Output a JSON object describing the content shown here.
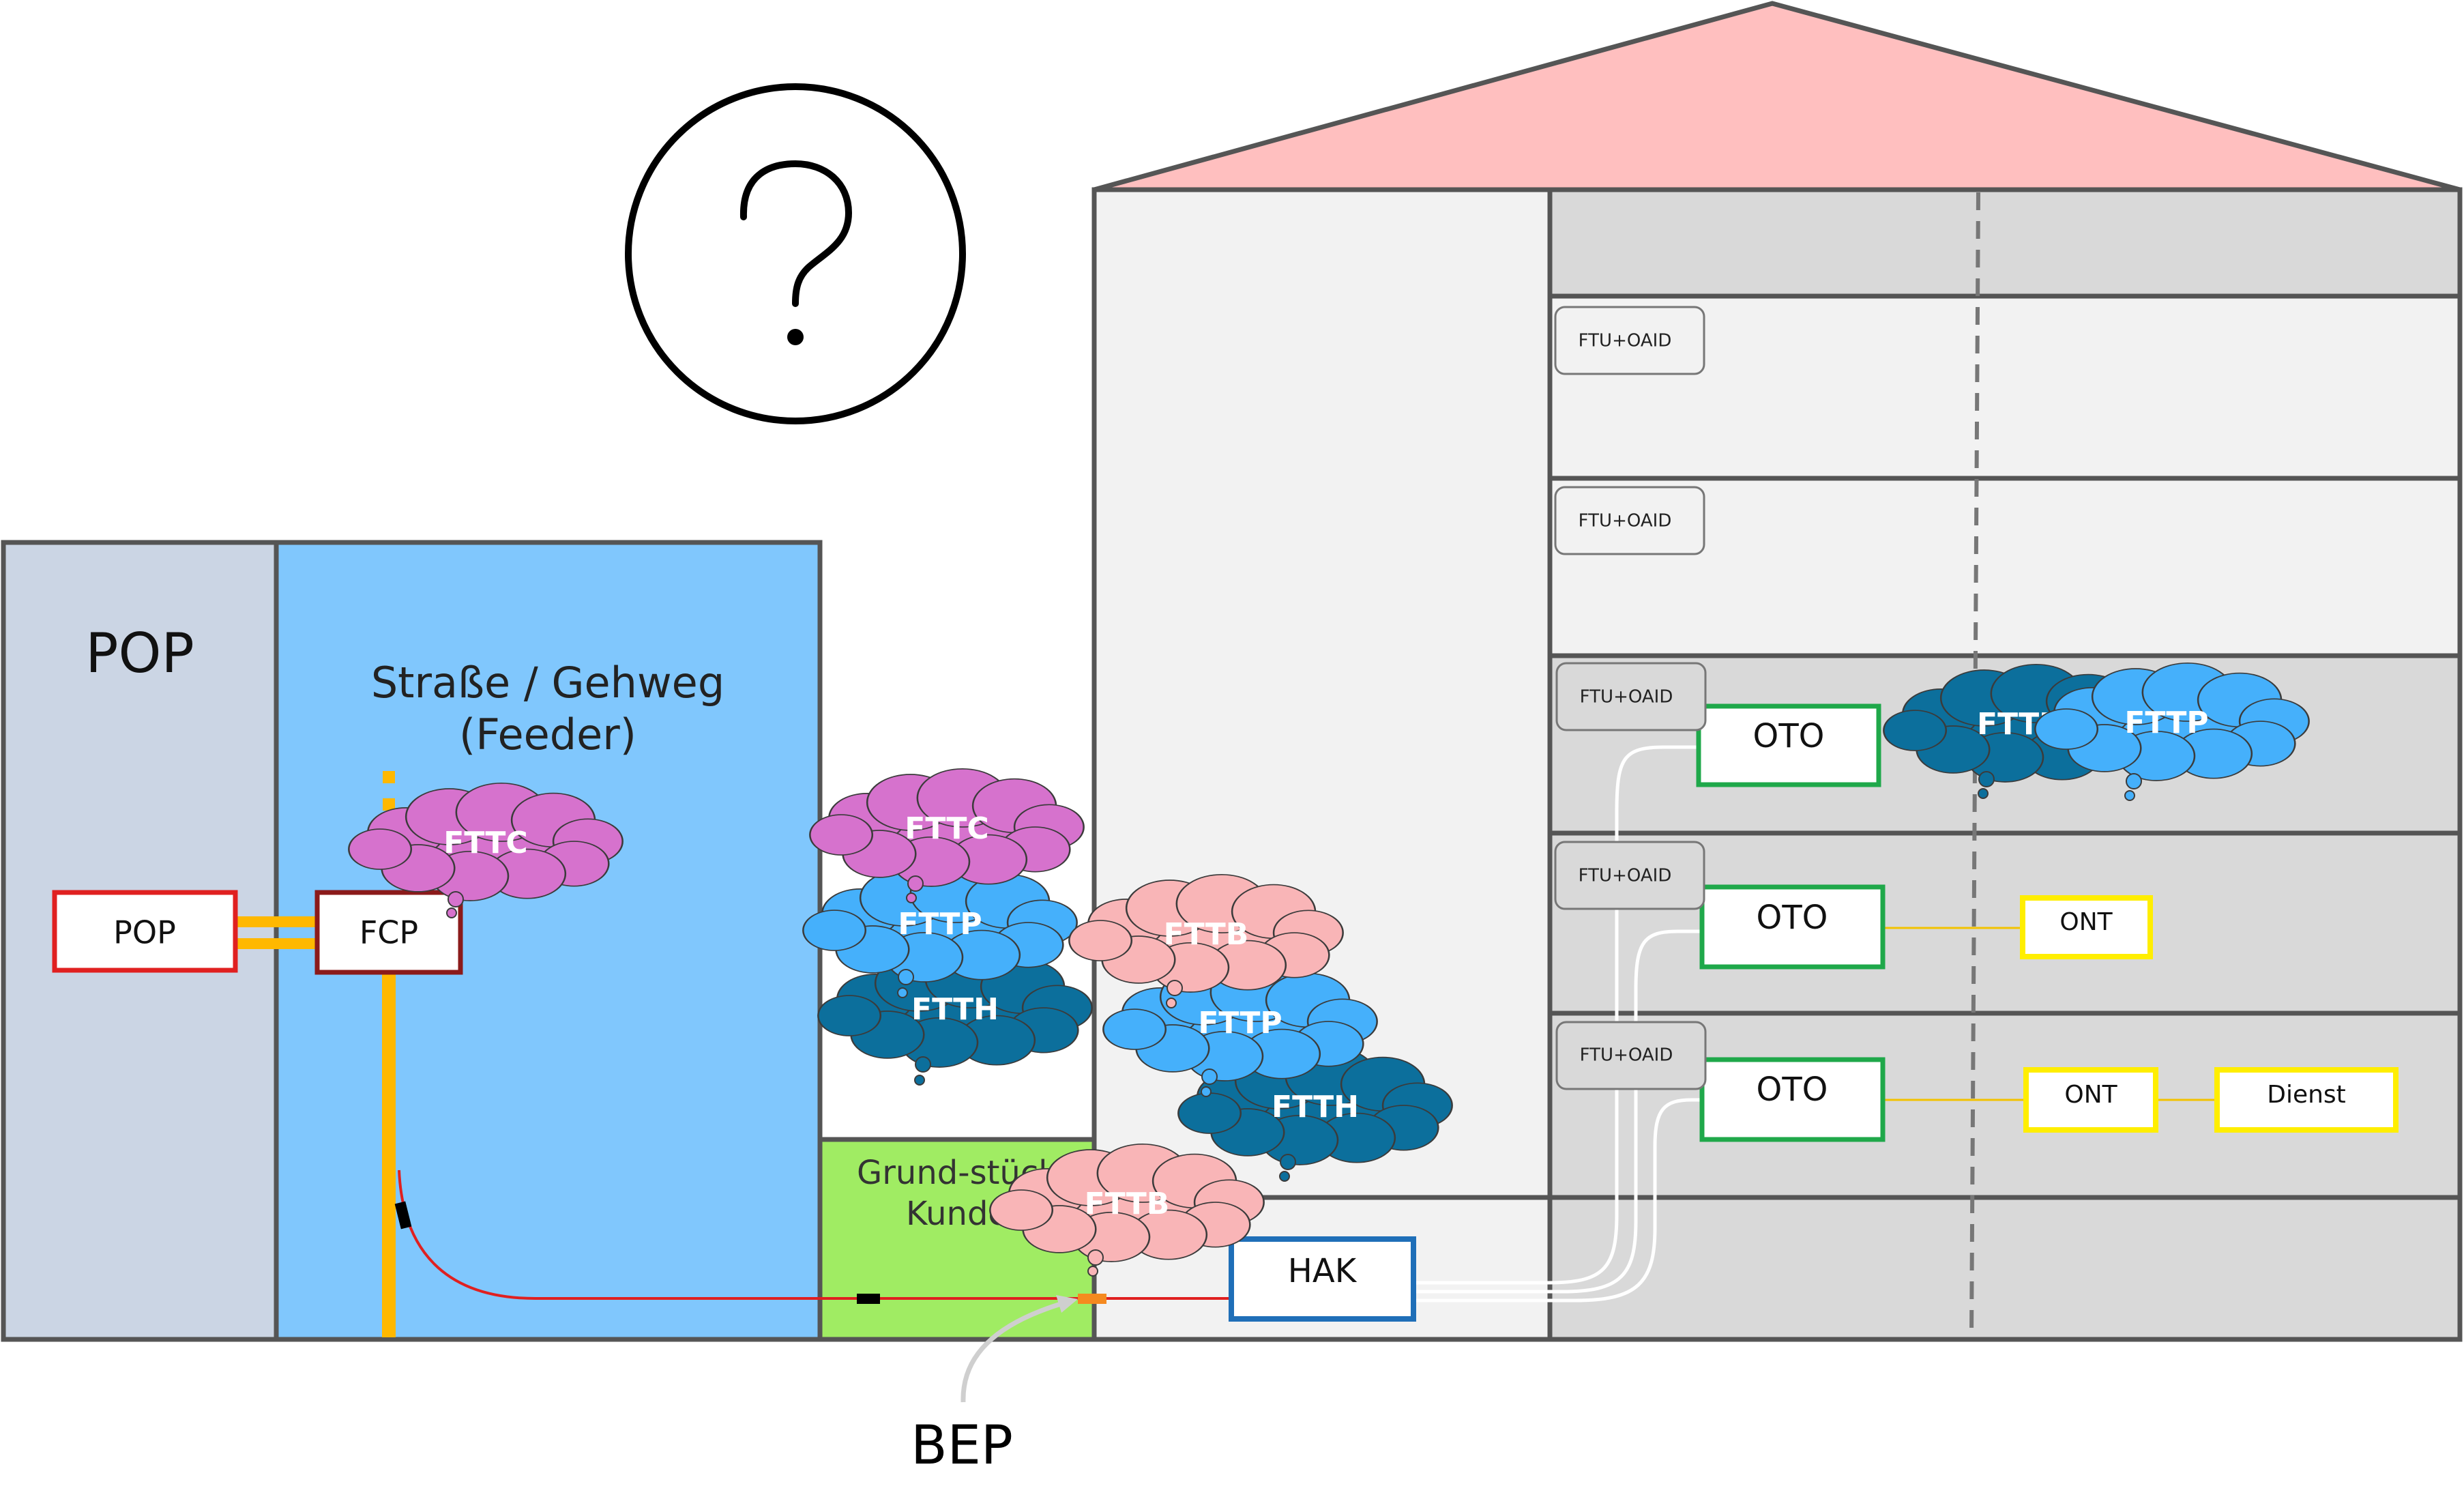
{
  "regions": {
    "pop_title": "POP",
    "street_line1": "Straße / Gehweg",
    "street_line2": "(Feeder)",
    "property_line1": "Grund-stück",
    "property_line2": "Kunde"
  },
  "nodes": {
    "pop": "POP",
    "fcp": "FCP",
    "hak": "HAK",
    "bep": "BEP",
    "oto": "OTO",
    "ont": "ONT",
    "dienst": "Dienst",
    "ftu_oaid": "FTU+OAID"
  },
  "badges": {
    "fttc": "FTTC",
    "fttp": "FTTP",
    "ftth": "FTTH",
    "fttb": "FTTB"
  },
  "colors": {
    "pop_area": "#cbd5e4",
    "street_area": "#80c7fd",
    "property_area": "#a0ec63",
    "building_wall": "#f2f2f2",
    "building_unit": "#d9d9d9",
    "roof": "#ffbfbf",
    "fttc_cloud": "#d672cd",
    "fttp_cloud": "#45b0fb",
    "ftth_cloud": "#0c6f9c",
    "fttb_cloud": "#f9b5b7",
    "pop_border": "#e02020",
    "fcp_border": "#8b1a1a",
    "hak_border": "#1f6fb8",
    "oto_border": "#1fa84a",
    "ont_border": "#ffee00",
    "feeder_cable": "#ffb800",
    "drop_cable": "#e02020"
  },
  "icons": [
    "question-mark-circle-icon"
  ]
}
